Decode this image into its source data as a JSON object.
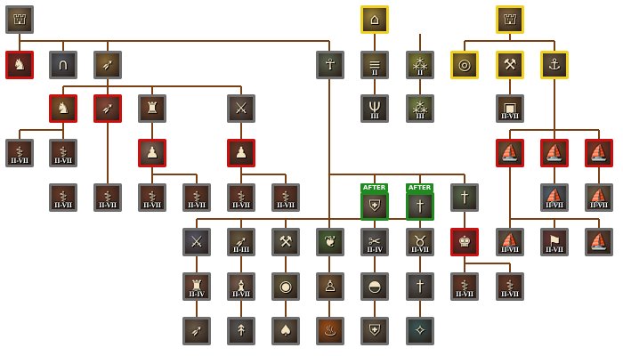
{
  "colors": {
    "line": "#7a3f12",
    "border_gray": "#6f6f6f",
    "border_red": "#cc1010",
    "border_gold": "#f0d020",
    "border_green": "#1f8a1f"
  },
  "badges": {
    "after_1": "AFTER",
    "after_2": "AFTER"
  },
  "tiles": [
    {
      "id": "a1",
      "icon": "military-building-icon",
      "glyph": "⛫",
      "bg": "#8a7350",
      "frame": "gray",
      "label": ""
    },
    {
      "id": "a2",
      "icon": "farm-building-icon",
      "glyph": "⌂",
      "bg": "#a38a3c",
      "frame": "gold",
      "label": ""
    },
    {
      "id": "a3",
      "icon": "town-center-building-icon",
      "glyph": "⛫",
      "bg": "#8a6a44",
      "frame": "gold",
      "label": ""
    },
    {
      "id": "b1",
      "icon": "berserker-unit-icon",
      "glyph": "♞",
      "bg": "#7a2a22",
      "frame": "red",
      "label": ""
    },
    {
      "id": "b2",
      "icon": "stable-horseshoe-icon",
      "glyph": "∩",
      "bg": "#555c66",
      "frame": "gray",
      "label": ""
    },
    {
      "id": "b3",
      "icon": "archery-bow-icon",
      "glyph": "➶",
      "bg": "#8a6a3a",
      "frame": "gray",
      "label": ""
    },
    {
      "id": "b4",
      "icon": "monk-unit-icon",
      "glyph": "☥",
      "bg": "#5e6a55",
      "frame": "gray",
      "label": ""
    },
    {
      "id": "b5",
      "icon": "farm-plow-icon",
      "glyph": "≡",
      "bg": "#786a40",
      "frame": "gray",
      "label": "II"
    },
    {
      "id": "b6",
      "icon": "wheat-field-icon",
      "glyph": "⁂",
      "bg": "#8a8a3a",
      "frame": "gray",
      "label": "II"
    },
    {
      "id": "b7",
      "icon": "gold-coins-icon",
      "glyph": "◎",
      "bg": "#9a8030",
      "frame": "gold",
      "label": ""
    },
    {
      "id": "b8",
      "icon": "crossed-pickaxes-icon",
      "glyph": "⚒",
      "bg": "#7a6040",
      "frame": "gold",
      "label": ""
    },
    {
      "id": "b9",
      "icon": "anchor-dock-icon",
      "glyph": "⚓",
      "bg": "#6a5a44",
      "frame": "gold",
      "label": ""
    },
    {
      "id": "c1",
      "icon": "cavalry-rider-icon",
      "glyph": "♞",
      "bg": "#8a5a2a",
      "frame": "red",
      "label": ""
    },
    {
      "id": "c2",
      "icon": "archer-unit-icon",
      "glyph": "➶",
      "bg": "#8a4a3a",
      "frame": "red",
      "label": ""
    },
    {
      "id": "c3",
      "icon": "spearmen-unit-icon",
      "glyph": "♜",
      "bg": "#7a4a30",
      "frame": "gray",
      "label": ""
    },
    {
      "id": "c4",
      "icon": "axeman-unit-icon",
      "glyph": "⚔",
      "bg": "#6a5a50",
      "frame": "gray",
      "label": ""
    },
    {
      "id": "c5",
      "icon": "pitchfork-icon",
      "glyph": "Ψ",
      "bg": "#4a4a44",
      "frame": "gray",
      "label": "III"
    },
    {
      "id": "c6",
      "icon": "wheat-field-icon",
      "glyph": "⁂",
      "bg": "#7a8a4a",
      "frame": "gray",
      "label": "III"
    },
    {
      "id": "c7",
      "icon": "treasure-chest-icon",
      "glyph": "▣",
      "bg": "#6a4a2a",
      "frame": "gray",
      "label": "II-VII"
    },
    {
      "id": "d1",
      "icon": "upgrade-scroll-icon",
      "glyph": "⚕",
      "bg": "#6a3a2a",
      "frame": "gray",
      "label": "II-VII"
    },
    {
      "id": "d2",
      "icon": "upgrade-scroll-icon",
      "glyph": "⚕",
      "bg": "#6a3a2a",
      "frame": "gray",
      "label": "II-VII"
    },
    {
      "id": "d3",
      "icon": "warrior-unit-icon",
      "glyph": "♟",
      "bg": "#8a6a5a",
      "frame": "red",
      "label": ""
    },
    {
      "id": "d4",
      "icon": "swordsman-unit-icon",
      "glyph": "♟",
      "bg": "#6a3a28",
      "frame": "red",
      "label": ""
    },
    {
      "id": "d5",
      "icon": "ship-hull-icon",
      "glyph": "⛵",
      "bg": "#7a5a3a",
      "frame": "red",
      "label": ""
    },
    {
      "id": "d6",
      "icon": "war-galley-icon",
      "glyph": "⛵",
      "bg": "#8a4a2a",
      "frame": "red",
      "label": ""
    },
    {
      "id": "d7",
      "icon": "fire-ship-icon",
      "glyph": "⛵",
      "bg": "#8a3a2a",
      "frame": "red",
      "label": ""
    },
    {
      "id": "e1",
      "icon": "upgrade-scroll-icon",
      "glyph": "⚕",
      "bg": "#6a3a2a",
      "frame": "gray",
      "label": "II-VII"
    },
    {
      "id": "e2",
      "icon": "upgrade-scroll-icon",
      "glyph": "⚕",
      "bg": "#6a3a2a",
      "frame": "gray",
      "label": "II-VII"
    },
    {
      "id": "e3",
      "icon": "upgrade-scroll-icon",
      "glyph": "⚕",
      "bg": "#6a3a2a",
      "frame": "gray",
      "label": "II-VII"
    },
    {
      "id": "e4",
      "icon": "upgrade-scroll-icon",
      "glyph": "⚕",
      "bg": "#6a3a2a",
      "frame": "gray",
      "label": "II-VII"
    },
    {
      "id": "e5",
      "icon": "upgrade-scroll-icon",
      "glyph": "⚕",
      "bg": "#6a3a2a",
      "frame": "gray",
      "label": "II-VII"
    },
    {
      "id": "e6",
      "icon": "upgrade-scroll-icon",
      "glyph": "⚕",
      "bg": "#6a3a2a",
      "frame": "gray",
      "label": "II-VII"
    },
    {
      "id": "e7",
      "icon": "shield-weapons-icon",
      "glyph": "⛨",
      "bg": "#7a6a5a",
      "frame": "green",
      "label": ""
    },
    {
      "id": "e8",
      "icon": "sword-hilt-icon",
      "glyph": "†",
      "bg": "#6a6a60",
      "frame": "green",
      "label": ""
    },
    {
      "id": "e9",
      "icon": "sword-hilt-icon",
      "glyph": "†",
      "bg": "#5a6a50",
      "frame": "gray",
      "label": ""
    },
    {
      "id": "e10",
      "icon": "ship-sails-icon",
      "glyph": "⛵",
      "bg": "#5a6a7a",
      "frame": "gray",
      "label": "II-VII"
    },
    {
      "id": "e11",
      "icon": "ship-crew-icon",
      "glyph": "⛵",
      "bg": "#7a6a50",
      "frame": "gray",
      "label": "II-VII"
    },
    {
      "id": "f1",
      "icon": "weapons-rack-icon",
      "glyph": "⚔",
      "bg": "#5a5a6a",
      "frame": "gray",
      "label": ""
    },
    {
      "id": "f2",
      "icon": "arrows-bundle-icon",
      "glyph": "➶",
      "bg": "#6a5a40",
      "frame": "gray",
      "label": "II-III"
    },
    {
      "id": "f3",
      "icon": "hammer-gold-icon",
      "glyph": "⚒",
      "bg": "#6a6a5a",
      "frame": "gray",
      "label": ""
    },
    {
      "id": "f4",
      "icon": "herbs-icon",
      "glyph": "❦",
      "bg": "#4a6a3a",
      "frame": "gray",
      "label": ""
    },
    {
      "id": "f5",
      "icon": "tongs-icon",
      "glyph": "✂",
      "bg": "#5a5a5a",
      "frame": "gray",
      "label": "II-IV"
    },
    {
      "id": "f6",
      "icon": "horn-icon",
      "glyph": "♉",
      "bg": "#7a6a4a",
      "frame": "gray",
      "label": "II-VII"
    },
    {
      "id": "f7",
      "icon": "hero-unit-icon",
      "glyph": "♚",
      "bg": "#8a2a2a",
      "frame": "red",
      "label": ""
    },
    {
      "id": "f8",
      "icon": "ship-icon",
      "glyph": "⛵",
      "bg": "#6a5a4a",
      "frame": "gray",
      "label": "II-VII"
    },
    {
      "id": "f9",
      "icon": "book-flags-icon",
      "glyph": "⚑",
      "bg": "#6a3a3a",
      "frame": "gray",
      "label": "II-VII"
    },
    {
      "id": "f10",
      "icon": "ship-icon",
      "glyph": "⛵",
      "bg": "#6a4a3a",
      "frame": "gray",
      "label": ""
    },
    {
      "id": "g1",
      "icon": "armored-soldier-icon",
      "glyph": "♜",
      "bg": "#7a5040",
      "frame": "gray",
      "label": "II-IV"
    },
    {
      "id": "g2",
      "icon": "scholar-unit-icon",
      "glyph": "♝",
      "bg": "#7a6050",
      "frame": "gray",
      "label": "II-VII"
    },
    {
      "id": "g3",
      "icon": "shield-arrows-icon",
      "glyph": "◉",
      "bg": "#6a6040",
      "frame": "gray",
      "label": ""
    },
    {
      "id": "g4",
      "icon": "tongs-icon",
      "glyph": "✂",
      "bg": "#6a6a5a",
      "frame": "gray",
      "label": ""
    },
    {
      "id": "g5",
      "icon": "farmer-unit-icon",
      "glyph": "♙",
      "bg": "#7a5a3a",
      "frame": "gray",
      "label": ""
    },
    {
      "id": "g6",
      "icon": "helmet-icon",
      "glyph": "◓",
      "bg": "#5a5a50",
      "frame": "gray",
      "label": ""
    },
    {
      "id": "g7",
      "icon": "dagger-icon",
      "glyph": "†",
      "bg": "#5a5a5a",
      "frame": "gray",
      "label": ""
    },
    {
      "id": "g8",
      "icon": "mask-icon",
      "glyph": "☻",
      "bg": "#7a3a2a",
      "frame": "gray",
      "label": ""
    },
    {
      "id": "g9",
      "icon": "upgrade-scroll-icon",
      "glyph": "⚕",
      "bg": "#6a3a2a",
      "frame": "gray",
      "label": "II-VII"
    },
    {
      "id": "g10",
      "icon": "upgrade-scroll-icon",
      "glyph": "⚕",
      "bg": "#6a3a2a",
      "frame": "gray",
      "label": "II-VII"
    },
    {
      "id": "h1",
      "icon": "arrows-dagger-icon",
      "glyph": "➶",
      "bg": "#6a5a4a",
      "frame": "gray",
      "label": ""
    },
    {
      "id": "h2",
      "icon": "spears-icon",
      "glyph": "↟",
      "bg": "#5a5a5a",
      "frame": "gray",
      "label": ""
    },
    {
      "id": "h3",
      "icon": "tongs-icon",
      "glyph": "✂",
      "bg": "#5a5a5a",
      "frame": "gray",
      "label": ""
    },
    {
      "id": "h4",
      "icon": "shovel-gold-icon",
      "glyph": "♠",
      "bg": "#6a6050",
      "frame": "gray",
      "label": ""
    },
    {
      "id": "h5",
      "icon": "fire-icon",
      "glyph": "♨",
      "bg": "#a0501a",
      "frame": "gray",
      "label": ""
    },
    {
      "id": "h6",
      "icon": "shield-scroll-icon",
      "glyph": "⛨",
      "bg": "#6a6050",
      "frame": "gray",
      "label": ""
    },
    {
      "id": "h7",
      "icon": "crystal-icon",
      "glyph": "✧",
      "bg": "#3a5a5a",
      "frame": "gray",
      "label": ""
    },
    {
      "id": "h8",
      "icon": "warrior-portrait-icon",
      "glyph": "☻",
      "bg": "#7a3a2a",
      "frame": "gray",
      "label": ""
    }
  ]
}
